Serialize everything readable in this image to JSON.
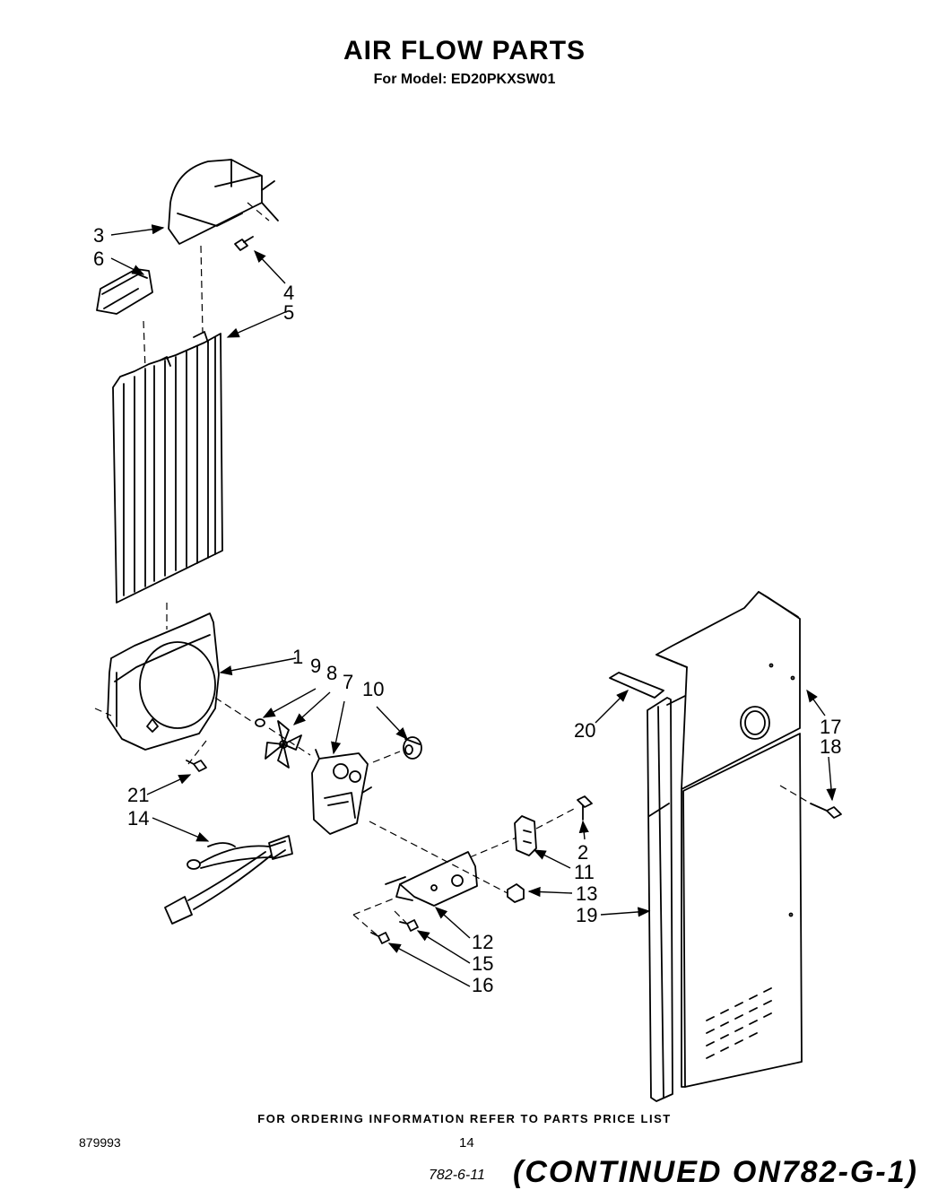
{
  "header": {
    "title": "AIR FLOW PARTS",
    "subtitle": "For Model: ED20PKXSW01"
  },
  "callouts": [
    {
      "id": "c3",
      "label": "3"
    },
    {
      "id": "c6",
      "label": "6"
    },
    {
      "id": "c4",
      "label": "4"
    },
    {
      "id": "c5",
      "label": "5"
    },
    {
      "id": "c1",
      "label": "1"
    },
    {
      "id": "c9",
      "label": "9"
    },
    {
      "id": "c8",
      "label": "8"
    },
    {
      "id": "c7",
      "label": "7"
    },
    {
      "id": "c10",
      "label": "10"
    },
    {
      "id": "c20",
      "label": "20"
    },
    {
      "id": "c17",
      "label": "17"
    },
    {
      "id": "c18",
      "label": "18"
    },
    {
      "id": "c21",
      "label": "21"
    },
    {
      "id": "c14",
      "label": "14"
    },
    {
      "id": "c2",
      "label": "2"
    },
    {
      "id": "c11",
      "label": "11"
    },
    {
      "id": "c13",
      "label": "13"
    },
    {
      "id": "c19",
      "label": "19"
    },
    {
      "id": "c12",
      "label": "12"
    },
    {
      "id": "c15",
      "label": "15"
    },
    {
      "id": "c16",
      "label": "16"
    }
  ],
  "footer": {
    "note": "FOR ORDERING INFORMATION REFER TO PARTS PRICE LIST",
    "doc_number": "879993",
    "page_number": "14",
    "continued": "(CONTINUED ON782-G-1)",
    "handwritten": "782-6-11"
  }
}
